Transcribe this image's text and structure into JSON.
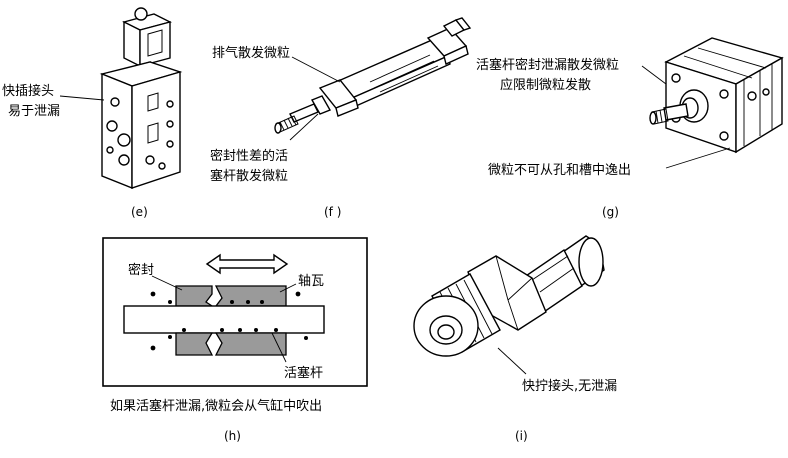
{
  "labels": {
    "e_fitting": [
      "快插接头",
      "易于泄漏"
    ],
    "f_exhaust": "排气散发微粒",
    "f_rod": [
      "密封性差的活",
      "塞杆散发微粒"
    ],
    "g_rod": [
      "活塞杆密封泄漏散发微粒",
      "应限制微粒发散"
    ],
    "g_holes": "微粒不可从孔和槽中逸出",
    "h_seal": "密封",
    "h_bearing": "轴瓦",
    "h_rod": "活塞杆",
    "h_note": "如果活塞杆泄漏,微粒会从气缸中吹出",
    "i_fitting": "快拧接头,无泄漏"
  },
  "captions": {
    "e": "(e)",
    "f": "(f )",
    "g": "(g)",
    "h": "(h)",
    "i": "(i)"
  },
  "colors": {
    "line": "#000000",
    "fill_grey": "#9a9a9a",
    "background": "#ffffff"
  }
}
